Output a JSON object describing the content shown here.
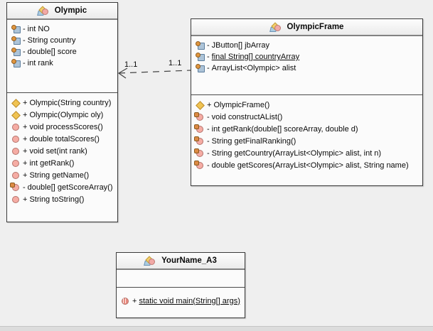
{
  "diagram": {
    "colors": {
      "background": "#efefef",
      "box_body": "#fbfbfb",
      "box_border": "#3a3a3a",
      "title_separator": "#828282",
      "connector": "#444444",
      "field_icon_blue": "#adc4d8",
      "icon_orange": "#e0963e",
      "constructor_diamond": "#f0c352",
      "method_circle_pink": "#f5aca4"
    },
    "classes": [
      {
        "name": "Olympic",
        "icon": "class-icon",
        "fields": [
          {
            "icon": "field-icon",
            "sign": "-",
            "text": "int NO"
          },
          {
            "icon": "field-icon",
            "sign": "-",
            "text": "String country"
          },
          {
            "icon": "field-icon",
            "sign": "-",
            "text": "double[] score"
          },
          {
            "icon": "field-icon",
            "sign": "-",
            "text": "int rank"
          }
        ],
        "methods": [
          {
            "icon": "constructor-icon",
            "sign": "+",
            "text": "Olympic(String country)"
          },
          {
            "icon": "constructor-icon",
            "sign": "+",
            "text": "Olympic(Olympic oly)"
          },
          {
            "icon": "public-method-icon",
            "sign": "+",
            "text": "void processScores()"
          },
          {
            "icon": "public-method-icon",
            "sign": "+",
            "text": "double totalScores()"
          },
          {
            "icon": "public-method-icon",
            "sign": "+",
            "text": "void set(int rank)"
          },
          {
            "icon": "public-method-icon",
            "sign": "+",
            "text": "int getRank()"
          },
          {
            "icon": "public-method-icon",
            "sign": "+",
            "text": "String getName()"
          },
          {
            "icon": "private-method-icon",
            "sign": "-",
            "text": "double[] getScoreArray()"
          },
          {
            "icon": "public-method-icon",
            "sign": "+",
            "text": "String toString()"
          }
        ]
      },
      {
        "name": "OlympicFrame",
        "icon": "class-icon",
        "fields": [
          {
            "icon": "field-icon",
            "sign": "-",
            "text": "JButton[] jbArray"
          },
          {
            "icon": "field-icon",
            "sign": "-",
            "text": "final String[] countryArray",
            "underline": true
          },
          {
            "icon": "field-icon",
            "sign": "-",
            "text": "ArrayList<Olympic> alist"
          }
        ],
        "methods": [
          {
            "icon": "constructor-icon",
            "sign": "+",
            "text": "OlympicFrame()"
          },
          {
            "icon": "private-method-icon",
            "sign": "-",
            "text": "void constructAList()"
          },
          {
            "icon": "private-method-icon",
            "sign": "-",
            "text": "int getRank(double[] scoreArray, double d)"
          },
          {
            "icon": "private-method-icon",
            "sign": "-",
            "text": "String getFinalRanking()"
          },
          {
            "icon": "private-method-icon",
            "sign": "-",
            "text": "String getCountry(ArrayList<Olympic> alist, int n)"
          },
          {
            "icon": "private-method-icon",
            "sign": "-",
            "text": "double getScores(ArrayList<Olympic> alist, String name)"
          }
        ]
      },
      {
        "name": "YourName_A3",
        "icon": "class-icon",
        "fields": [],
        "methods": [
          {
            "icon": "static-method-icon",
            "sign": "+",
            "text": "static void main(String[] args)",
            "underline": true
          }
        ]
      }
    ],
    "connector": {
      "type": "dashed dependency arrow",
      "from": "OlympicFrame",
      "to": "Olympic",
      "label_left": "1..1",
      "label_right": "1..1"
    }
  }
}
